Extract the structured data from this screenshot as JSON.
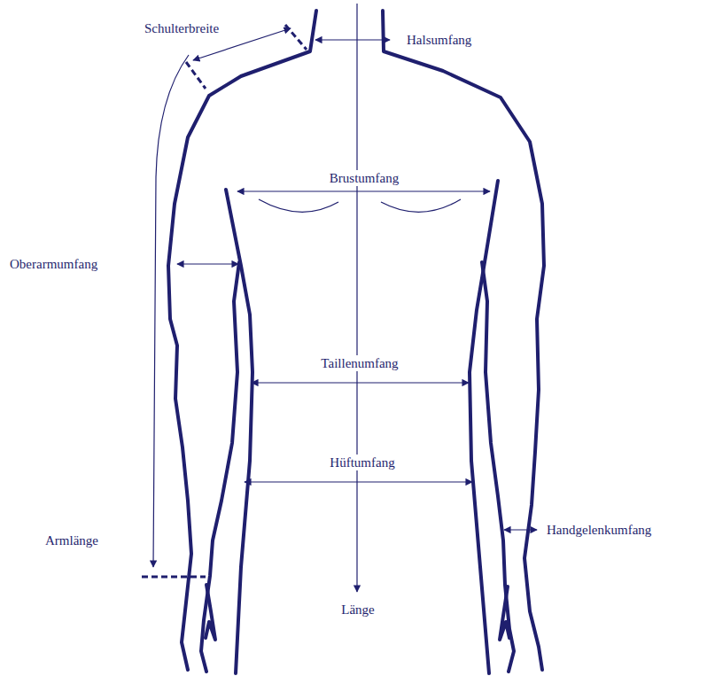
{
  "diagram": {
    "labels": [
      "Schulterbreite",
      "Halsumfang",
      "Brustumfang",
      "Oberarmumfang",
      "Taillenumfang",
      "Hüftumfang",
      "Handgelenkumfang",
      "Armlänge",
      "Länge"
    ]
  }
}
